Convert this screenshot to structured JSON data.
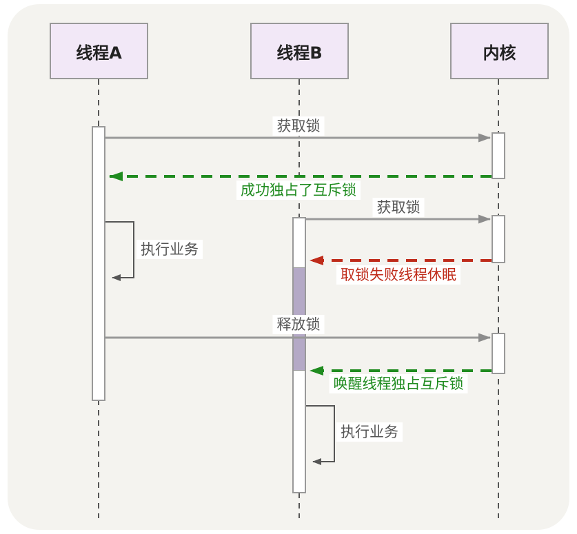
{
  "diagram": {
    "title": "mutex-lock-sequence-diagram",
    "participants": [
      {
        "id": "thread-a",
        "label": "线程A"
      },
      {
        "id": "thread-b",
        "label": "线程B"
      },
      {
        "id": "kernel",
        "label": "内核"
      }
    ],
    "messages": [
      {
        "label": "获取锁",
        "from": "线程A",
        "to": "内核",
        "kind": "request"
      },
      {
        "label": "成功独占了互斥锁",
        "from": "内核",
        "to": "线程A",
        "kind": "success-reply"
      },
      {
        "label": "获取锁",
        "from": "线程B",
        "to": "内核",
        "kind": "request"
      },
      {
        "label": "取锁失败线程休眠",
        "from": "内核",
        "to": "线程B",
        "kind": "fail-reply"
      },
      {
        "label": "释放锁",
        "from": "线程A",
        "to": "内核",
        "kind": "request"
      },
      {
        "label": "唤醒线程独占互斥锁",
        "from": "内核",
        "to": "线程B",
        "kind": "success-reply"
      },
      {
        "label": "执行业务",
        "from": "线程A",
        "to": "线程A",
        "kind": "self-call"
      },
      {
        "label": "执行业务",
        "from": "线程B",
        "to": "线程B",
        "kind": "self-call"
      }
    ],
    "colors": {
      "canvas_bg": "#f4f3ef",
      "participant_fill": "#f2e8f7",
      "border_gray": "#999999",
      "line_gray": "#999999",
      "arrowhead_gray": "#8c8c8c",
      "label_gray": "#555555",
      "success_green": "#1f8b1f",
      "fail_red": "#bf2b1a",
      "sleep_purple": "#b4a9c6",
      "lifeline_gray": "#555555",
      "selfloop_gray": "#555555"
    }
  }
}
